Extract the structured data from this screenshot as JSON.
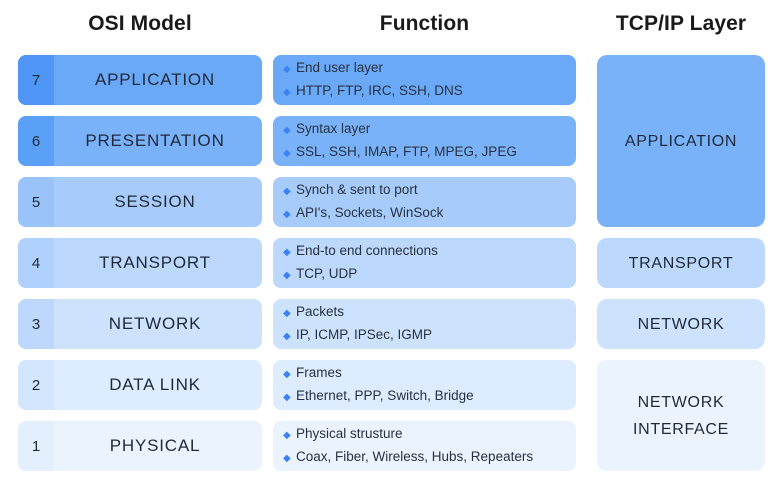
{
  "headers": {
    "osi": "OSI Model",
    "function": "Function",
    "tcpip": "TCP/IP Layer"
  },
  "bullet_glyph": "◆",
  "colors": {
    "layer7": "#6aa9f8",
    "layer7_badge": "#4f96f6",
    "layer6": "#79b2f9",
    "layer6_badge": "#5ba0f7",
    "layer5": "#a7ccfb",
    "layer5_badge": "#9ac3fa",
    "layer4": "#bcd8fd",
    "layer4_badge": "#b0d1fc",
    "layer3": "#cde2fd",
    "layer3_badge": "#bdd8fc",
    "layer2": "#ddecfe",
    "layer2_badge": "#d4e6fd",
    "layer1": "#eaf3fe",
    "layer1_badge": "#e4effd",
    "bullet": "#3b82f6",
    "text": "#1f2937",
    "background": "#ffffff"
  },
  "osi_layers": [
    {
      "number": "7",
      "name": "APPLICATION"
    },
    {
      "number": "6",
      "name": "PRESENTATION"
    },
    {
      "number": "5",
      "name": "SESSION"
    },
    {
      "number": "4",
      "name": "TRANSPORT"
    },
    {
      "number": "3",
      "name": "NETWORK"
    },
    {
      "number": "2",
      "name": "DATA LINK"
    },
    {
      "number": "1",
      "name": "PHYSICAL"
    }
  ],
  "functions": [
    {
      "line1": "End user layer",
      "line2": "HTTP, FTP, IRC, SSH, DNS"
    },
    {
      "line1": "Syntax layer",
      "line2": "SSL, SSH, IMAP, FTP, MPEG, JPEG"
    },
    {
      "line1": "Synch & sent to port",
      "line2": "API's, Sockets, WinSock"
    },
    {
      "line1": "End-to end connections",
      "line2": "TCP, UDP"
    },
    {
      "line1": "Packets",
      "line2": "IP, ICMP, IPSec, IGMP"
    },
    {
      "line1": "Frames",
      "line2": "Ethernet, PPP, Switch, Bridge"
    },
    {
      "line1": "Physical strusture",
      "line2": "Coax, Fiber, Wireless, Hubs, Repeaters"
    }
  ],
  "tcpip_layers": [
    {
      "name": "APPLICATION",
      "spans": 3
    },
    {
      "name": "TRANSPORT",
      "spans": 1
    },
    {
      "name": "NETWORK",
      "spans": 1
    },
    {
      "name": "NETWORK INTERFACE",
      "spans": 2
    }
  ]
}
